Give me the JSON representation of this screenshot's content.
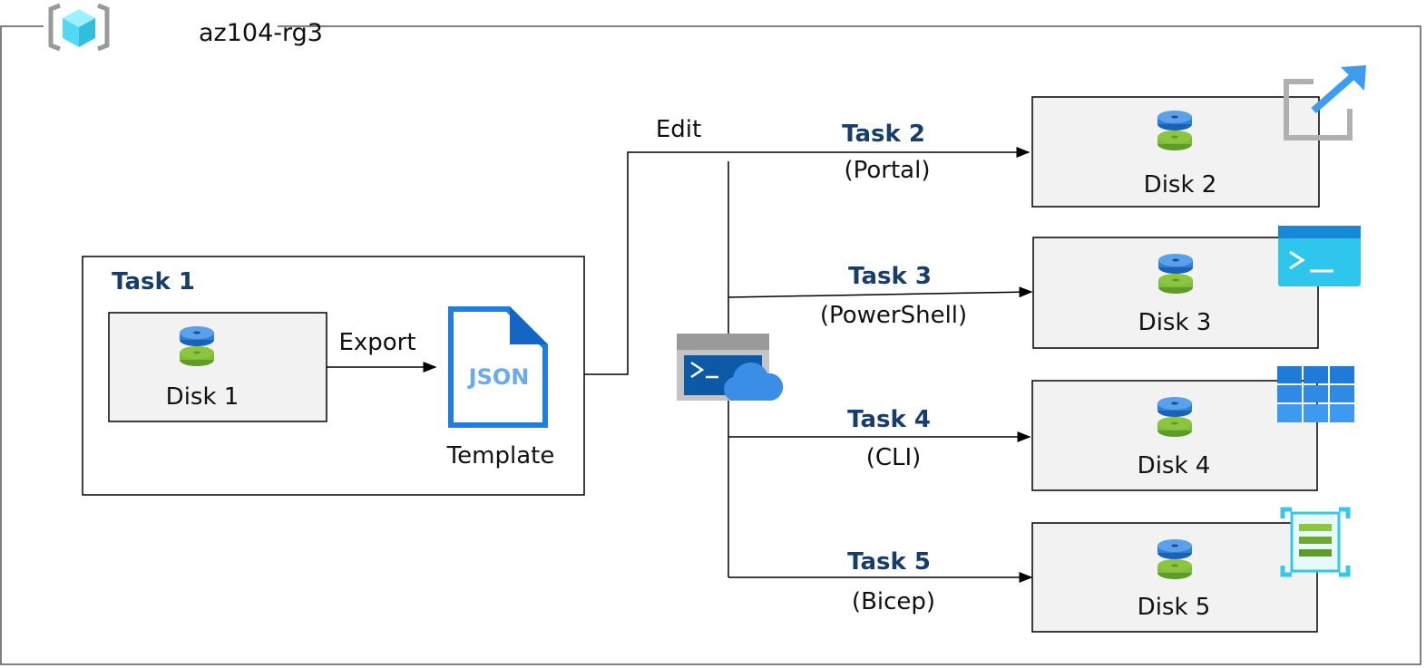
{
  "resource_group": {
    "title": "az104-rg3",
    "icon": "resource-group-icon"
  },
  "task1": {
    "label": "Task 1",
    "disk": "Disk 1",
    "export_label": "Export",
    "template_label": "Template",
    "template_icon_text": "JSON"
  },
  "edit_label": "Edit",
  "cloud_shell_icon": "cloud-shell-icon",
  "tasks": [
    {
      "label": "Task 2",
      "method": "(Portal)",
      "disk": "Disk 2",
      "icon": "portal-icon"
    },
    {
      "label": "Task 3",
      "method": "(PowerShell)",
      "disk": "Disk 3",
      "icon": "powershell-icon"
    },
    {
      "label": "Task 4",
      "method": "(CLI)",
      "disk": "Disk 4",
      "icon": "cli-icon"
    },
    {
      "label": "Task 5",
      "method": "(Bicep)",
      "disk": "Disk 5",
      "icon": "bicep-icon"
    }
  ],
  "colors": {
    "task_text": "#163d6b",
    "box_fill": "#f2f2f2",
    "azure_blue": "#0f6cbd"
  }
}
